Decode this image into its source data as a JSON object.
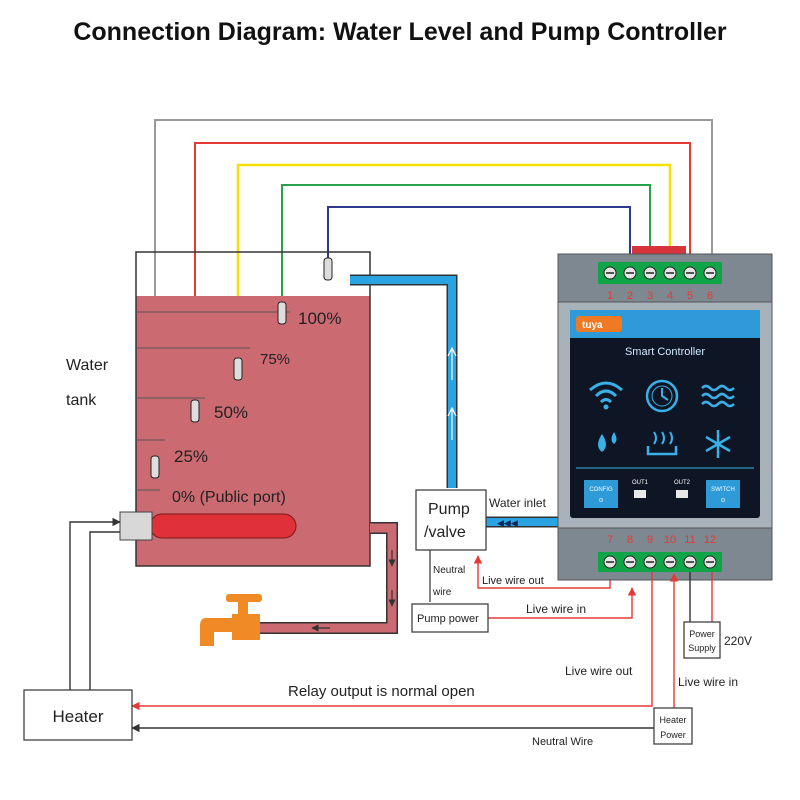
{
  "title": "Connection Diagram: Water Level and Pump Controller",
  "tank": {
    "label_line1": "Water",
    "label_line2": "tank",
    "levels": [
      "100%",
      "75%",
      "50%",
      "25%",
      "0% (Public port)"
    ]
  },
  "pump": {
    "label_line1": "Pump",
    "label_line2": "/valve",
    "water_inlet": "Water inlet",
    "neutral_line1": "Neutral",
    "neutral_line2": "wire",
    "live_out": "Live wire out",
    "live_in": "Live wire in",
    "power": "Pump power"
  },
  "controller": {
    "brand": "tuya",
    "name": "Smart Controller",
    "top_terminals": [
      "1",
      "2",
      "3",
      "4",
      "5",
      "6"
    ],
    "bottom_terminals": [
      "7",
      "8",
      "9",
      "10",
      "11",
      "12"
    ],
    "buttons": {
      "config_line1": "CONFIG",
      "config_line2": "⊙",
      "out1": "OUT1",
      "out2": "OUT2",
      "switch_line1": "SWITCH",
      "switch_line2": "⊙"
    }
  },
  "power_supply": {
    "line1": "Power",
    "line2": "Supply",
    "voltage": "220V"
  },
  "heater": {
    "label": "Heater",
    "power_line1": "Heater",
    "power_line2": "Power",
    "relay_note": "Relay output is normal open",
    "live_out": "Live wire out",
    "live_in": "Live wire in",
    "neutral": "Neutral Wire"
  },
  "colors": {
    "water": "#cc6a72",
    "pipe": "#29a3e2",
    "wire_red": "#e53935",
    "wire_yellow": "#f5e000",
    "wire_green": "#2aa24a",
    "wire_blue": "#2d3a8c",
    "wire_gray": "#9a9a9a",
    "controller_panel": "#0e1626",
    "controller_accent": "#3ab0e8",
    "terminal_green": "#0fa448",
    "faucet": "#f08a24"
  }
}
